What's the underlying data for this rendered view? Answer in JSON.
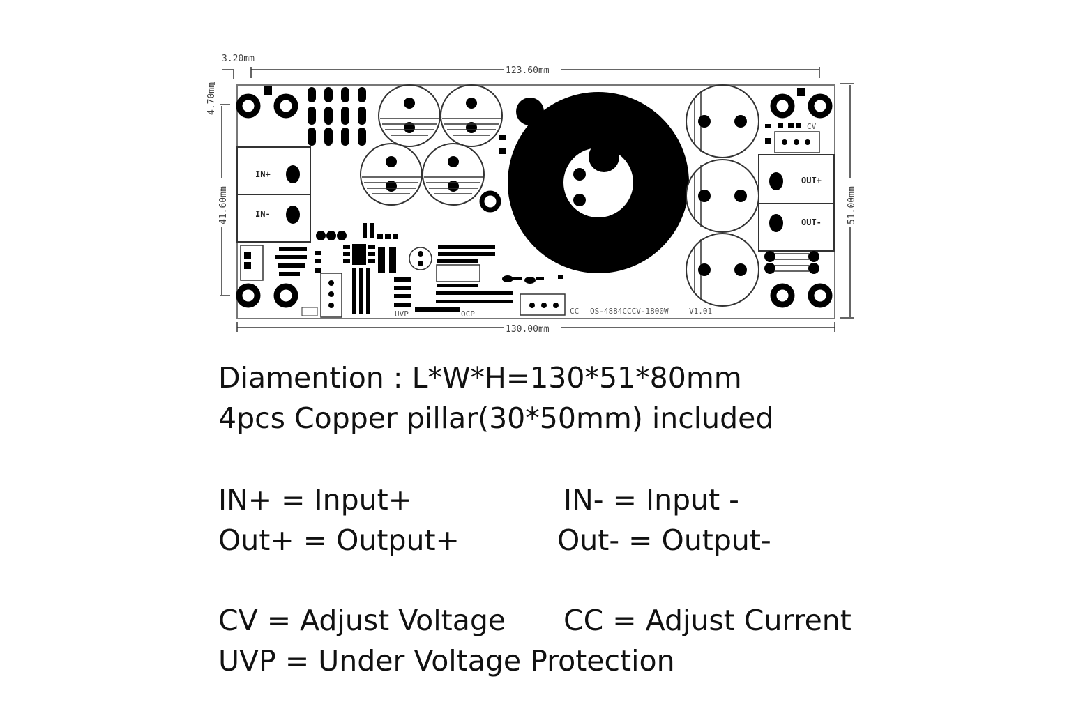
{
  "diagram": {
    "dimensions": {
      "top_offset": "3.20mm",
      "hole_span": "123.60mm",
      "left_offset": "4.70mm",
      "left_hole_span": "41.60mm",
      "total_length": "130.00mm",
      "total_width": "51.00mm"
    },
    "board_labels": {
      "in_plus": "IN+",
      "in_minus": "IN-",
      "out_plus": "OUT+",
      "out_minus": "OUT-",
      "cv": "CV",
      "cc": "CC",
      "uvp": "UVP",
      "ocp": "OCP",
      "model": "QS-4884CCCV-1800W",
      "version": "V1.01"
    }
  },
  "description": {
    "line1": "Diamention : L*W*H=130*51*80mm",
    "line2": "4pcs Copper pillar(30*50mm) included",
    "in_plus": "IN+ = Input+",
    "in_minus": "IN- = Input -",
    "out_plus": "Out+ = Output+",
    "out_minus": "Out- = Output-",
    "cv": "CV = Adjust Voltage",
    "cc": "CC = Adjust Current",
    "uvp": "UVP = Under Voltage Protection"
  }
}
